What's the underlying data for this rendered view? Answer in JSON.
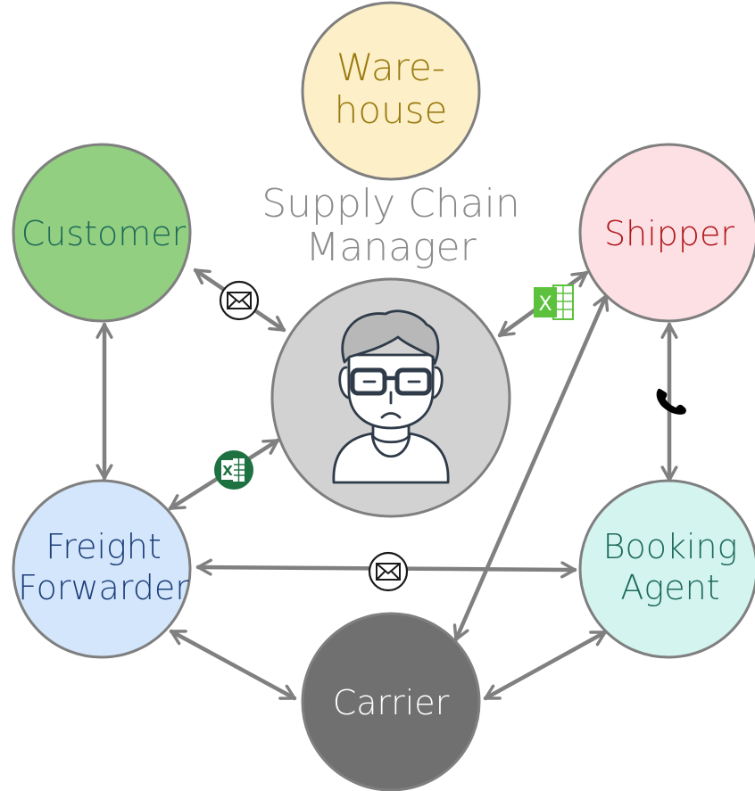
{
  "nodes": {
    "warehouse": {
      "line1": "Ware-",
      "line2": "house"
    },
    "customer": {
      "label": "Customer"
    },
    "shipper": {
      "label": "Shipper"
    },
    "freight_forwarder": {
      "line1": "Freight",
      "line2": "Forwarder"
    },
    "booking_agent": {
      "line1": "Booking",
      "line2": "Agent"
    },
    "carrier": {
      "label": "Carrier"
    }
  },
  "center": {
    "line1": "Supply Chain",
    "line2": "Manager"
  },
  "icons": {
    "excel_glyph": "X",
    "email": "envelope-icon",
    "phone": "phone-icon",
    "spreadsheet": "excel-icon",
    "person": "person-with-glasses-icon"
  },
  "colors": {
    "arrow": "#808080",
    "warehouse_fill": "#fdf0c8",
    "warehouse_text": "#9a7a10",
    "customer_fill": "#92cf80",
    "customer_text": "#1f6a5a",
    "shipper_fill": "#fde0e4",
    "shipper_text": "#b0181c",
    "freight_fill": "#d4e6fb",
    "freight_text": "#1c3f7a",
    "booking_fill": "#d4f4f0",
    "booking_text": "#1d6a5c",
    "carrier_fill": "#707070",
    "carrier_text": "#ffffff",
    "center_fill": "#d2d2d2",
    "center_text": "#8c8c8c",
    "excel_light": "#5cc23e",
    "excel_dark": "#1e7140"
  }
}
